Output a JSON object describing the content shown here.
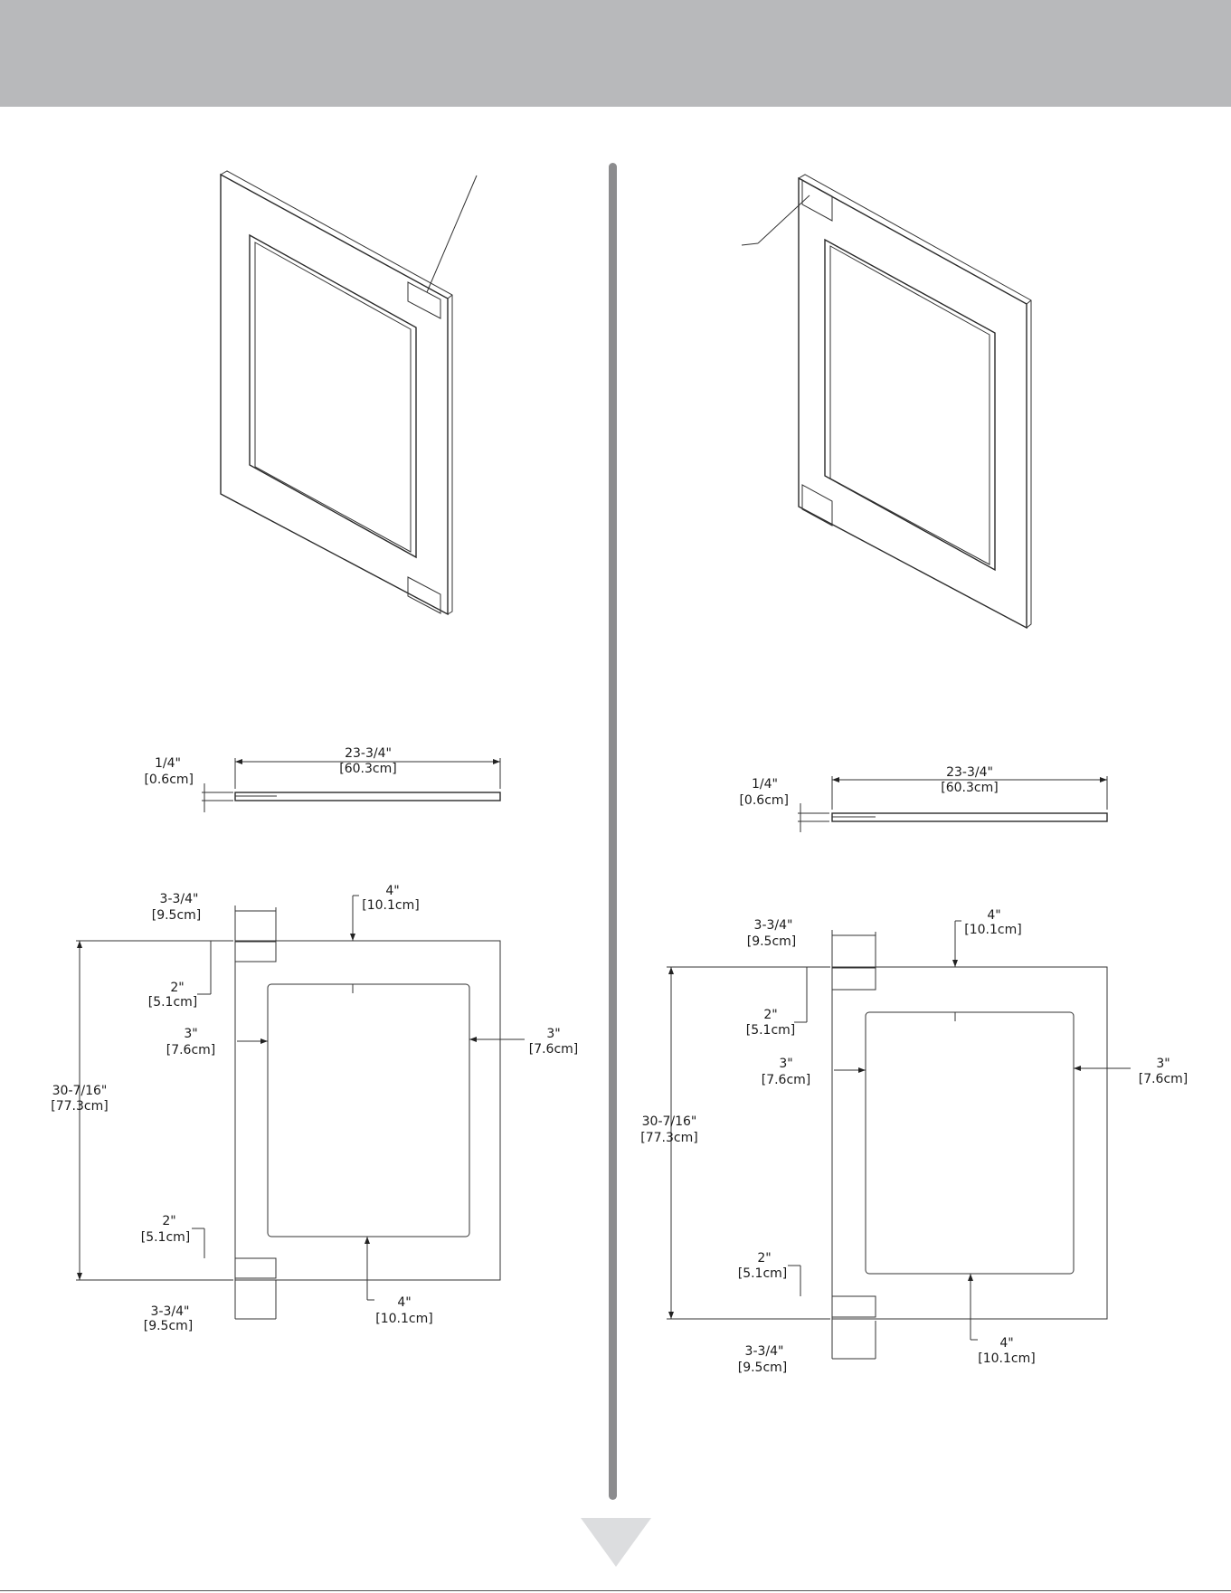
{
  "left": {
    "side_view": {
      "width": "23-3/4\"",
      "width_metric": "[60.3cm]",
      "thickness": "1/4\"",
      "thickness_metric": "[0.6cm]"
    },
    "front_view": {
      "height": "30-7/16\"",
      "height_metric": "[77.3cm]",
      "top_rail": "4\"",
      "top_rail_metric": "[10.1cm]",
      "bottom_rail": "4\"",
      "bottom_rail_metric": "[10.1cm]",
      "left_stile": "3\"",
      "left_stile_metric": "[7.6cm]",
      "right_stile": "3\"",
      "right_stile_metric": "[7.6cm]",
      "notch_top_width": "3-3/4\"",
      "notch_top_width_metric": "[9.5cm]",
      "notch_top_height": "2\"",
      "notch_top_height_metric": "[5.1cm]",
      "notch_bottom_height": "2\"",
      "notch_bottom_height_metric": "[5.1cm]",
      "notch_bottom_width": "3-3/4\"",
      "notch_bottom_width_metric": "[9.5cm]"
    }
  },
  "right": {
    "side_view": {
      "width": "23-3/4\"",
      "width_metric": "[60.3cm]",
      "thickness": "1/4\"",
      "thickness_metric": "[0.6cm]"
    },
    "front_view": {
      "height": "30-7/16\"",
      "height_metric": "[77.3cm]",
      "top_rail": "4\"",
      "top_rail_metric": "[10.1cm]",
      "bottom_rail": "4\"",
      "bottom_rail_metric": "[10.1cm]",
      "left_stile": "3\"",
      "left_stile_metric": "[7.6cm]",
      "right_stile": "3\"",
      "right_stile_metric": "[7.6cm]",
      "notch_top_width": "3-3/4\"",
      "notch_top_width_metric": "[9.5cm]",
      "notch_top_height": "2\"",
      "notch_top_height_metric": "[5.1cm]",
      "notch_bottom_height": "2\"",
      "notch_bottom_height_metric": "[5.1cm]",
      "notch_bottom_width": "3-3/4\"",
      "notch_bottom_width_metric": "[9.5cm]"
    }
  }
}
